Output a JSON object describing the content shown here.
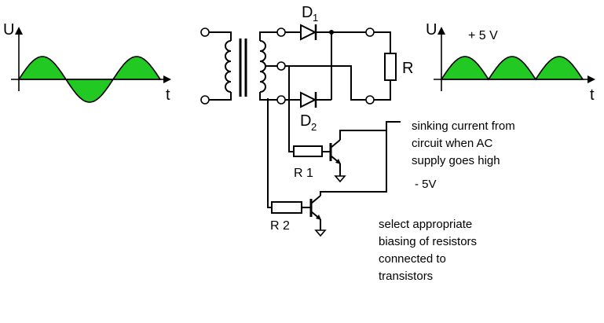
{
  "colors": {
    "wave_fill": "#22c922",
    "ink": "#000000",
    "background": "#ffffff"
  },
  "input_graph": {
    "y_label": "U",
    "x_label": "t"
  },
  "output_graph": {
    "y_label": "U",
    "x_label": "t",
    "voltage": "+ 5 V"
  },
  "circuit": {
    "d1_letter": "D",
    "d1_sub": "1",
    "d2_letter": "D",
    "d2_sub": "2",
    "load": "R",
    "r1": "R 1",
    "r2": "R 2"
  },
  "notes": {
    "sinking_lines": [
      "sinking current from",
      "circuit when AC",
      "supply goes high"
    ],
    "minus_v": "- 5V",
    "bias_lines": [
      "select appropriate",
      "biasing of resistors",
      "connected to",
      "transistors"
    ]
  }
}
